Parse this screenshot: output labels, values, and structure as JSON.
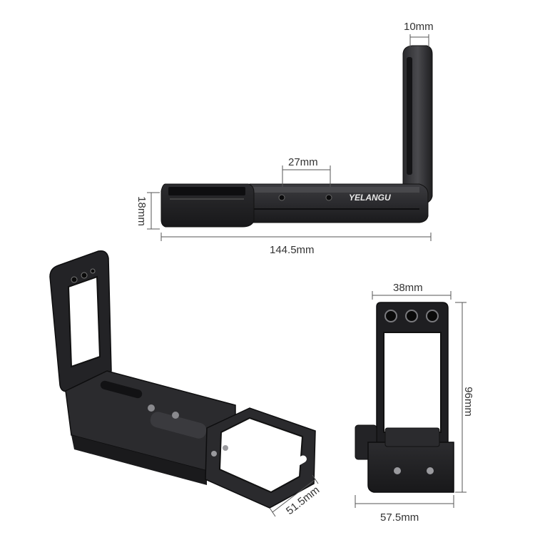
{
  "product": {
    "brand": "YELANGU"
  },
  "dimensions": {
    "top_thickness": "10mm",
    "screw_spacing": "27mm",
    "base_height": "18mm",
    "total_length": "144.5mm",
    "side_width": "38mm",
    "side_height": "96mm",
    "bottom_width": "57.5mm",
    "grip_depth": "51.5mm"
  },
  "colors": {
    "metal_dark": "#1c1c1e",
    "metal_mid": "#2d2d30",
    "metal_light": "#4a4a4e",
    "background": "#ffffff",
    "dimension_line": "#555555"
  }
}
